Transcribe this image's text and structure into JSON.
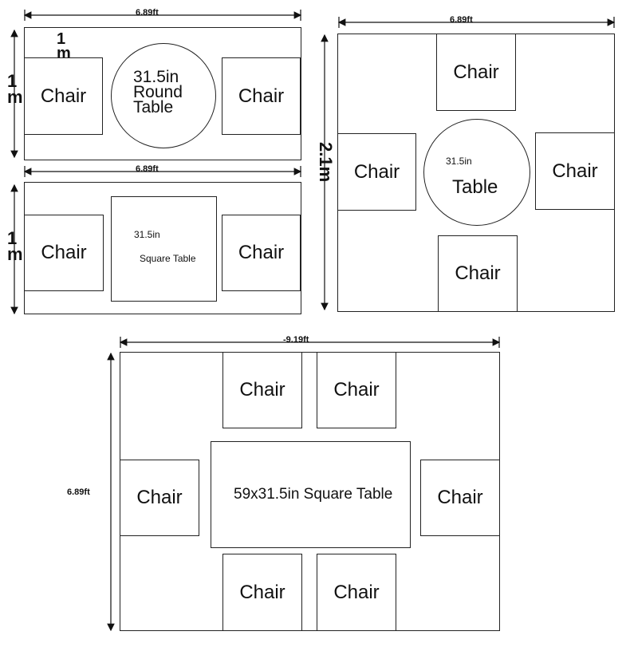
{
  "layout1": {
    "width_label": "6.89ft",
    "height_label": "1 m",
    "inner_label": "1 m",
    "chair_left": "Chair",
    "chair_right": "Chair",
    "table_size": "31.5in",
    "table_line2": "Round",
    "table_line3": "Table"
  },
  "layout2": {
    "width_label": "6.89ft",
    "height_label": "1 m",
    "chair_left": "Chair",
    "chair_right": "Chair",
    "table_size": "31.5in",
    "table_name": "Square Table"
  },
  "layout3": {
    "width_label": "6.89ft",
    "height_label": "2.1m",
    "chair_top": "Chair",
    "chair_left": "Chair",
    "chair_right": "Chair",
    "chair_bottom": "Chair",
    "table_size": "31.5in",
    "table_name": "Table"
  },
  "layout4": {
    "width_label": "-9.19ft",
    "height_label": "6.89ft",
    "chair_top_left": "Chair",
    "chair_top_right": "Chair",
    "chair_left": "Chair",
    "chair_right": "Chair",
    "chair_bottom_left": "Chair",
    "chair_bottom_right": "Chair",
    "table_label": "59x31.5in Square Table"
  }
}
